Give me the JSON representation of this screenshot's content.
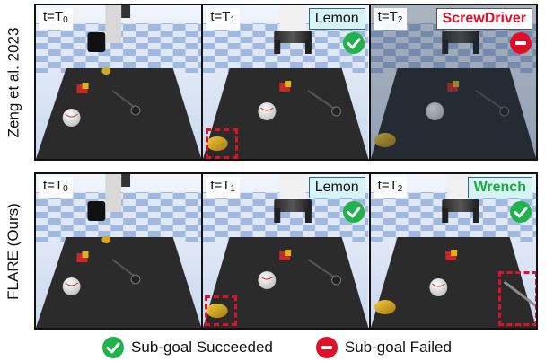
{
  "rows": [
    {
      "label": "Zeng et al. 2023",
      "panels": [
        {
          "time": "t=T",
          "sub": "0",
          "goal": "",
          "status": ""
        },
        {
          "time": "t=T",
          "sub": "1",
          "goal": "Lemon",
          "status": "succeeded"
        },
        {
          "time": "t=T",
          "sub": "2",
          "goal": "ScrewDriver",
          "status": "failed"
        }
      ]
    },
    {
      "label": "FLARE (Ours)",
      "panels": [
        {
          "time": "t=T",
          "sub": "0",
          "goal": "",
          "status": ""
        },
        {
          "time": "t=T",
          "sub": "1",
          "goal": "Lemon",
          "status": "succeeded"
        },
        {
          "time": "t=T",
          "sub": "2",
          "goal": "Wrench",
          "status": "succeeded"
        }
      ]
    }
  ],
  "legend": {
    "succeeded": "Sub-goal Succeeded",
    "failed": "Sub-goal Failed"
  },
  "colors": {
    "success": "#22b24c",
    "failure": "#e0102a",
    "goal_tag_bg": "#d8f3f6",
    "table": "#2b2b2b",
    "sky": "#b5c9e6"
  }
}
